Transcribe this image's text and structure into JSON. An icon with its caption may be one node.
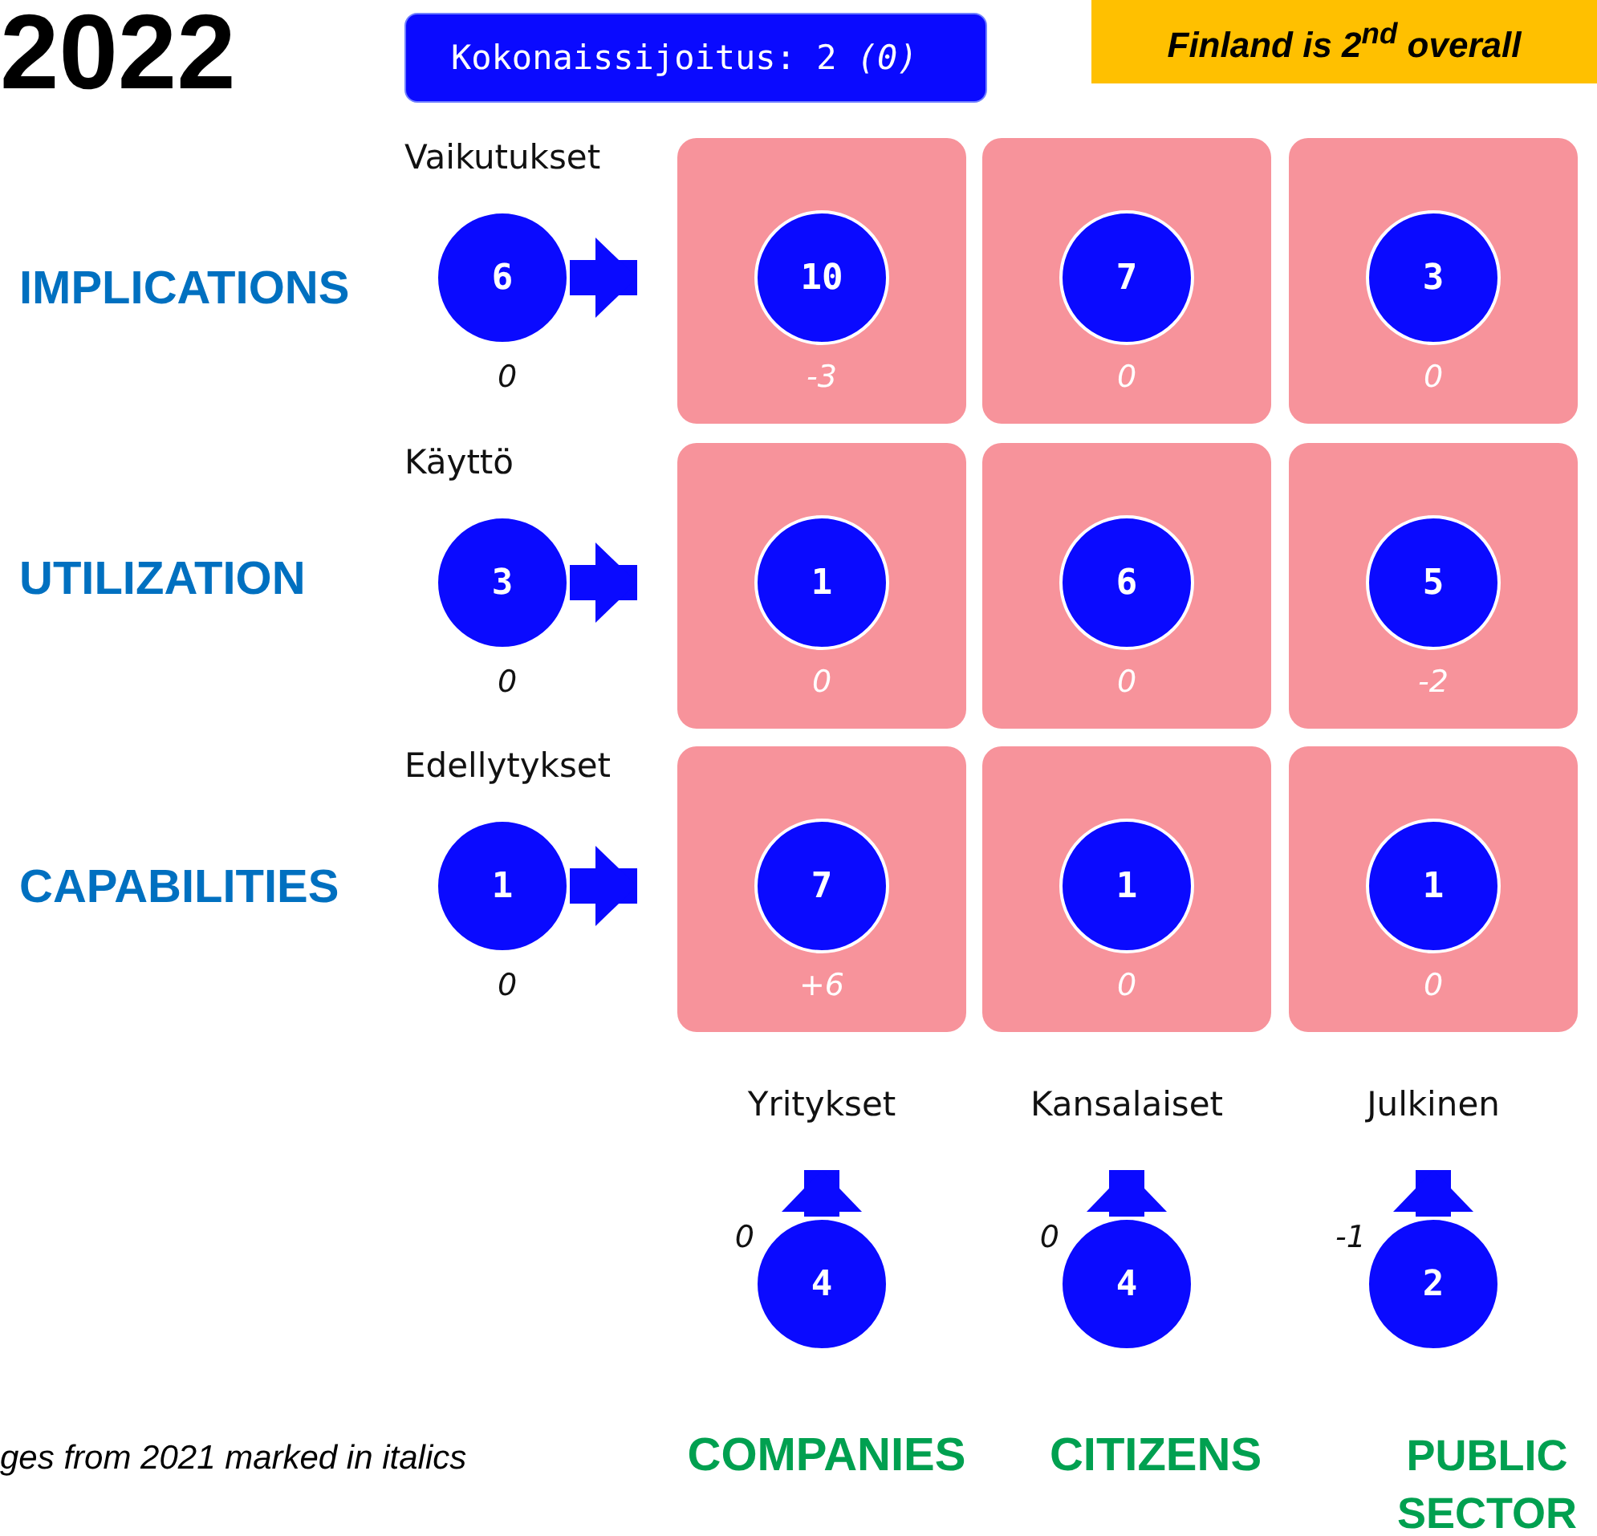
{
  "diagram": {
    "title": "2022",
    "caption": "ges from 2021 marked in italics",
    "nodes": [
      {
        "text": [
          "Kokonaissijoitus: 2 *(0)*"
        ]
      },
      {
        "text": [
          "Finland is 2$^{nd}$ overall"
        ]
      },
      {
        "text": [
          "Vaikutukset",
          "6"
        ],
        "beside": [
          "0"
        ]
      },
      {
        "text": [
          "-3"
        ]
      },
      {
        "text": [
          "10"
        ],
        "in": 3
      },
      {
        "text": [
          "0"
        ]
      },
      {
        "text": [
          "7"
        ],
        "in": 5
      },
      {
        "text": [
          "0"
        ]
      },
      {
        "text": [
          "3"
        ],
        "in": 7
      },
      {
        "text": [
          "Käyttö",
          "3"
        ],
        "beside": [
          "0"
        ]
      },
      {
        "text": [
          "0"
        ]
      },
      {
        "text": [
          "1"
        ],
        "in": 10
      },
      {
        "text": [
          "0"
        ]
      },
      {
        "text": [
          "6"
        ],
        "in": 12
      },
      {
        "text": [
          "-2"
        ]
      },
      {
        "text": [
          "5"
        ],
        "in": 14
      },
      {
        "text": [
          "Edellytykset",
          "1"
        ],
        "beside": [
          "0"
        ]
      },
      {
        "text": [
          "+6"
        ]
      },
      {
        "text": [
          "7"
        ],
        "in": 17
      },
      {
        "text": [
          "0"
        ]
      },
      {
        "text": [
          "1"
        ],
        "in": 19
      },
      {
        "text": [
          "0"
        ]
      },
      {
        "text": [
          "1"
        ],
        "in": 21
      },
      {
        "text": [
          "Yritykset"
        ]
      },
      {
        "text": [
          "Kansalaiset"
        ]
      },
      {
        "text": [
          "Julkinen"
        ]
      },
      {
        "text": [
          "4"
        ],
        "beside": [
          "0"
        ]
      },
      {
        "text": [
          "4"
        ],
        "beside": [
          "0"
        ]
      },
      {
        "text": [
          "2"
        ],
        "beside": [
          "-1"
        ]
      }
    ],
    "edges": [
      {
        "from": 2,
        "to": 3,
        "arrow": "to"
      },
      {
        "from": 9,
        "to": 10,
        "arrow": "to"
      },
      {
        "from": 16,
        "to": 17,
        "arrow": "to"
      },
      {
        "from": 26,
        "to": 23,
        "arrow": "to"
      },
      {
        "from": 27,
        "to": 24,
        "arrow": "to"
      },
      {
        "from": 28,
        "to": 25,
        "arrow": "to"
      }
    ],
    "labels": [
      "IMPLICATIONS",
      "UTILIZATION",
      "CAPABILITIES",
      "COMPANIES",
      "CITIZENS",
      "PUBLIC SECTOR"
    ]
  }
}
